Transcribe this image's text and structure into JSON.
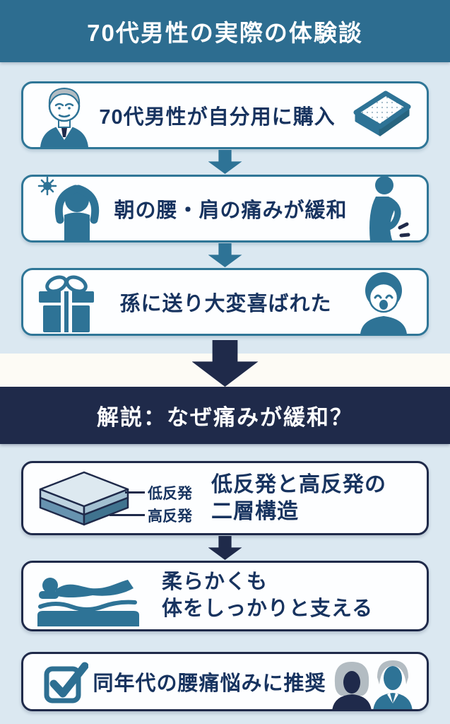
{
  "header": {
    "title": "70代男性の実際の体験談"
  },
  "steps": [
    {
      "label": "70代男性が自分用に購入"
    },
    {
      "label": "朝の腰・肩の痛みが緩和"
    },
    {
      "label": "孫に送り大変喜ばれた"
    }
  ],
  "explanation": {
    "title": "解説：なぜ痛みが緩和？",
    "structure": {
      "line1": "低反発と高反発の",
      "line2": "二層構造",
      "top_layer_label": "低反発",
      "bottom_layer_label": "高反発"
    },
    "support": {
      "line1": "柔らかくも",
      "line2": "体をしっかりと支える"
    },
    "recommend": {
      "label": "同年代の腰痛悩みに推奨"
    }
  },
  "colors": {
    "header_bg": "#2d6d90",
    "body_bg": "#dbe8f1",
    "divider_band_bg": "#fdfbf5",
    "navy_band_bg": "#1f2a4a",
    "accent_teal": "#2e7396",
    "box_border_teal": "#2f7697",
    "box_border_navy": "#1f2a4a",
    "box_bg": "#fdfeff",
    "text_dark": "#17335f",
    "hair_gray": "#b3bcc2"
  }
}
